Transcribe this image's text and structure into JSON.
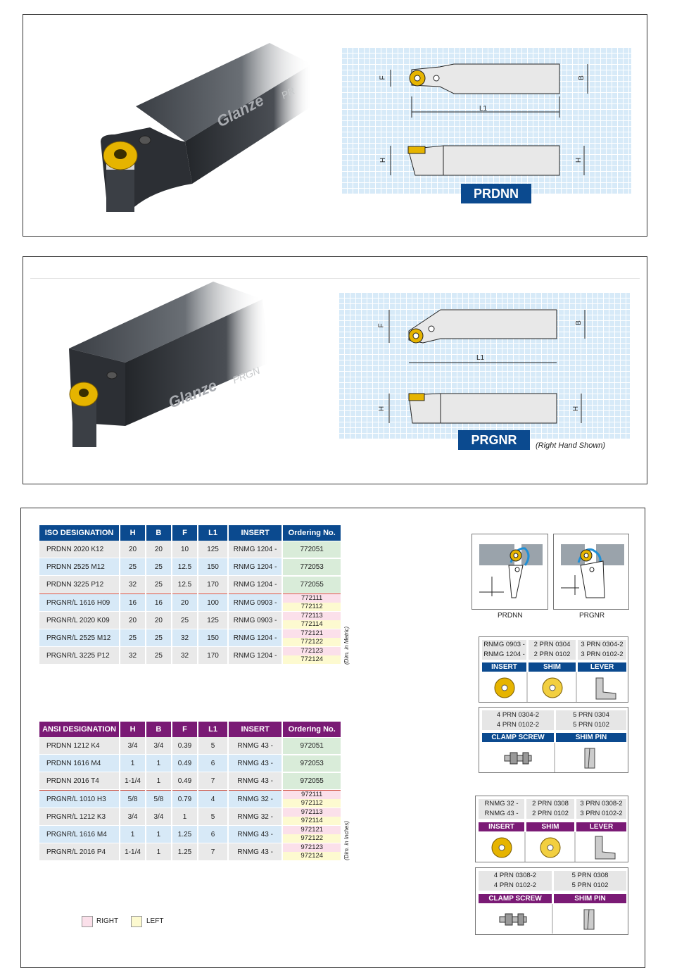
{
  "panel1": {
    "tool_name": "PRDNN",
    "brand": "Glanze",
    "brand_suffix": "PR",
    "dims": {
      "f": "F",
      "b": "B",
      "l1": "L1",
      "h_left": "H",
      "h_right": "H"
    }
  },
  "panel2": {
    "tool_name": "PRGNR",
    "note": "(Right Hand Shown)",
    "brand": "Glanze",
    "brand_suffix": "PRGN",
    "dims": {
      "f": "F",
      "b": "B",
      "l1": "L1",
      "h_left": "H",
      "h_right": "H"
    }
  },
  "iso_table": {
    "headers": [
      "ISO DESIGNATION",
      "H",
      "B",
      "F",
      "L1",
      "INSERT",
      "Ordering No."
    ],
    "rows": [
      {
        "des": "PRDNN 2020 K12",
        "h": "20",
        "b": "20",
        "f": "10",
        "l1": "125",
        "insert": "RNMG 1204 -",
        "ord": [
          "772051"
        ]
      },
      {
        "des": "PRDNN 2525 M12",
        "h": "25",
        "b": "25",
        "f": "12.5",
        "l1": "150",
        "insert": "RNMG 1204 -",
        "ord": [
          "772053"
        ]
      },
      {
        "des": "PRDNN 3225 P12",
        "h": "32",
        "b": "25",
        "f": "12.5",
        "l1": "170",
        "insert": "RNMG 1204 -",
        "ord": [
          "772055"
        ]
      },
      {
        "des": "PRGNR/L 1616 H09",
        "h": "16",
        "b": "16",
        "f": "20",
        "l1": "100",
        "insert": "RNMG 0903 -",
        "ord": [
          "772111",
          "772112"
        ]
      },
      {
        "des": "PRGNR/L 2020 K09",
        "h": "20",
        "b": "20",
        "f": "25",
        "l1": "125",
        "insert": "RNMG 0903 -",
        "ord": [
          "772113",
          "772114"
        ]
      },
      {
        "des": "PRGNR/L 2525 M12",
        "h": "25",
        "b": "25",
        "f": "32",
        "l1": "150",
        "insert": "RNMG 1204 -",
        "ord": [
          "772121",
          "772122"
        ]
      },
      {
        "des": "PRGNR/L 3225 P12",
        "h": "32",
        "b": "25",
        "f": "32",
        "l1": "170",
        "insert": "RNMG 1204 -",
        "ord": [
          "772123",
          "772124"
        ]
      }
    ],
    "dim_note": "(Dim. in Metric)"
  },
  "ansi_table": {
    "headers": [
      "ANSI DESIGNATION",
      "H",
      "B",
      "F",
      "L1",
      "INSERT",
      "Ordering No."
    ],
    "rows": [
      {
        "des": "PRDNN 1212 K4",
        "h": "3/4",
        "b": "3/4",
        "f": "0.39",
        "l1": "5",
        "insert": "RNMG 43 -",
        "ord": [
          "972051"
        ]
      },
      {
        "des": "PRDNN 1616 M4",
        "h": "1",
        "b": "1",
        "f": "0.49",
        "l1": "6",
        "insert": "RNMG 43 -",
        "ord": [
          "972053"
        ]
      },
      {
        "des": "PRDNN 2016 T4",
        "h": "1-1/4",
        "b": "1",
        "f": "0.49",
        "l1": "7",
        "insert": "RNMG 43 -",
        "ord": [
          "972055"
        ]
      },
      {
        "des": "PRGNR/L 1010 H3",
        "h": "5/8",
        "b": "5/8",
        "f": "0.79",
        "l1": "4",
        "insert": "RNMG 32 -",
        "ord": [
          "972111",
          "972112"
        ]
      },
      {
        "des": "PRGNR/L 1212 K3",
        "h": "3/4",
        "b": "3/4",
        "f": "1",
        "l1": "5",
        "insert": "RNMG 32 -",
        "ord": [
          "972113",
          "972114"
        ]
      },
      {
        "des": "PRGNR/L 1616 M4",
        "h": "1",
        "b": "1",
        "f": "1.25",
        "l1": "6",
        "insert": "RNMG 43 -",
        "ord": [
          "972121",
          "972122"
        ]
      },
      {
        "des": "PRGNR/L 2016 P4",
        "h": "1-1/4",
        "b": "1",
        "f": "1.25",
        "l1": "7",
        "insert": "RNMG 43 -",
        "ord": [
          "972123",
          "972124"
        ]
      }
    ],
    "dim_note": "(Dim. in Inches)"
  },
  "legend": {
    "right": "RIGHT",
    "left": "LEFT"
  },
  "diagrams": {
    "left": "PRDNN",
    "right": "PRGNR"
  },
  "parts_metric": {
    "insert_lines": [
      "RNMG 0903 -",
      "RNMG 1204 -"
    ],
    "shim_lines": [
      "2 PRN 0304",
      "2 PRN 0102"
    ],
    "lever_lines": [
      "3 PRN 0304-2",
      "3 PRN 0102-2"
    ],
    "insert_label": "INSERT",
    "shim_label": "SHIM",
    "lever_label": "LEVER",
    "clamp_lines": [
      "4 PRN 0304-2",
      "4 PRN 0102-2"
    ],
    "pin_lines": [
      "5 PRN 0304",
      "5 PRN 0102"
    ],
    "clamp_label": "CLAMP SCREW",
    "pin_label": "SHIM PIN"
  },
  "parts_inch": {
    "insert_lines": [
      "RNMG 32 -",
      "RNMG 43 -"
    ],
    "shim_lines": [
      "2 PRN 0308",
      "2 PRN 0102"
    ],
    "lever_lines": [
      "3 PRN 0308-2",
      "3 PRN 0102-2"
    ],
    "insert_label": "INSERT",
    "shim_label": "SHIM",
    "lever_label": "LEVER",
    "clamp_lines": [
      "4 PRN 0308-2",
      "4 PRN 0102-2"
    ],
    "pin_lines": [
      "5 PRN 0308",
      "5 PRN 0102"
    ],
    "clamp_label": "CLAMP SCREW",
    "pin_label": "SHIM PIN"
  },
  "colors": {
    "blue": "#0b4a8f",
    "purple": "#7a1a75",
    "insert_gold": "#e9b800",
    "grid_bg": "#d7eaf8"
  }
}
